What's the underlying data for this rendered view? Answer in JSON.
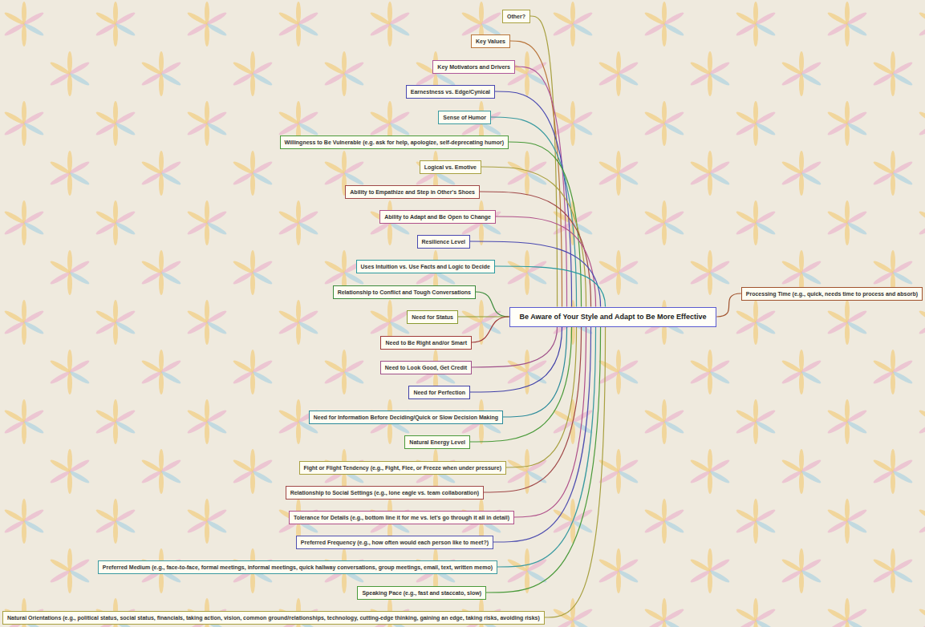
{
  "diagram": {
    "nodes": [
      {
        "text": [
          "Be Aware of Your Style and Adapt to Be More Effective"
        ]
      },
      {
        "text": [
          "Processing Time (e.g., quick, needs time to process and absorb)"
        ]
      },
      {
        "text": [
          "Other?"
        ]
      },
      {
        "text": [
          "Key Values"
        ]
      },
      {
        "text": [
          "Key Motivators and Drivers"
        ]
      },
      {
        "text": [
          "Earnestness vs. Edge/Cynical"
        ]
      },
      {
        "text": [
          "Sense of Humor"
        ]
      },
      {
        "text": [
          "Willingness to Be Vulnerable (e.g. ask for help, apologize, self-deprecating humor)"
        ]
      },
      {
        "text": [
          "Logical vs. Emotive"
        ]
      },
      {
        "text": [
          "Ability to Empathize and Step in Other's Shoes"
        ]
      },
      {
        "text": [
          "Ability to Adapt and Be Open to Change"
        ]
      },
      {
        "text": [
          "Resilience Level"
        ]
      },
      {
        "text": [
          "Uses Intuition vs. Use Facts and Logic to Decide"
        ]
      },
      {
        "text": [
          "Relationship to Conflict and Tough Conversations"
        ]
      },
      {
        "text": [
          "Need for Status"
        ]
      },
      {
        "text": [
          "Need to Be Right and/or Smart"
        ]
      },
      {
        "text": [
          "Need to Look Good, Get Credit"
        ]
      },
      {
        "text": [
          "Need for Perfection"
        ]
      },
      {
        "text": [
          "Need for Information Before Deciding/Quick or Slow Decision Making"
        ]
      },
      {
        "text": [
          "Natural Energy Level"
        ]
      },
      {
        "text": [
          "Fight or Flight Tendency (e.g., Fight, Flee, or Freeze when under pressure)"
        ]
      },
      {
        "text": [
          "Relationship to Social Settings (e.g., lone eagle vs. team collaboration)"
        ]
      },
      {
        "text": [
          "Tolerance for Details (e.g., bottom line it for me vs. let's go through it all in detail)"
        ]
      },
      {
        "text": [
          "Preferred Frequency (e.g., how often would each person like to meet?)"
        ]
      },
      {
        "text": [
          "Preferred Medium (e.g., face-to-face, formal meetings, informal meetings, quick hallway conversations, group meetings, email, text, written memo)"
        ]
      },
      {
        "text": [
          "Speaking Pace (e.g., fast and staccato, slow)"
        ]
      },
      {
        "text": [
          "Natural Orientations (e.g., political status, social status, financials, taking action, vision, common ground/relationships, technology, cutting-edge thinking, gaining an edge, taking risks, avoiding risks)"
        ]
      }
    ],
    "edges": [
      {
        "from": 0,
        "to": 1,
        "arrow": "none"
      },
      {
        "from": 0,
        "to": 2,
        "arrow": "none"
      },
      {
        "from": 0,
        "to": 3,
        "arrow": "none"
      },
      {
        "from": 0,
        "to": 4,
        "arrow": "none"
      },
      {
        "from": 0,
        "to": 5,
        "arrow": "none"
      },
      {
        "from": 0,
        "to": 6,
        "arrow": "none"
      },
      {
        "from": 0,
        "to": 7,
        "arrow": "none"
      },
      {
        "from": 0,
        "to": 8,
        "arrow": "none"
      },
      {
        "from": 0,
        "to": 9,
        "arrow": "none"
      },
      {
        "from": 0,
        "to": 10,
        "arrow": "none"
      },
      {
        "from": 0,
        "to": 11,
        "arrow": "none"
      },
      {
        "from": 0,
        "to": 12,
        "arrow": "none"
      },
      {
        "from": 0,
        "to": 13,
        "arrow": "none"
      },
      {
        "from": 0,
        "to": 14,
        "arrow": "none"
      },
      {
        "from": 0,
        "to": 15,
        "arrow": "none"
      },
      {
        "from": 0,
        "to": 16,
        "arrow": "none"
      },
      {
        "from": 0,
        "to": 17,
        "arrow": "none"
      },
      {
        "from": 0,
        "to": 18,
        "arrow": "none"
      },
      {
        "from": 0,
        "to": 19,
        "arrow": "none"
      },
      {
        "from": 0,
        "to": 20,
        "arrow": "none"
      },
      {
        "from": 0,
        "to": 21,
        "arrow": "none"
      },
      {
        "from": 0,
        "to": 22,
        "arrow": "none"
      },
      {
        "from": 0,
        "to": 23,
        "arrow": "none"
      },
      {
        "from": 0,
        "to": 24,
        "arrow": "none"
      },
      {
        "from": 0,
        "to": 25,
        "arrow": "none"
      },
      {
        "from": 0,
        "to": 26,
        "arrow": "none"
      }
    ]
  }
}
